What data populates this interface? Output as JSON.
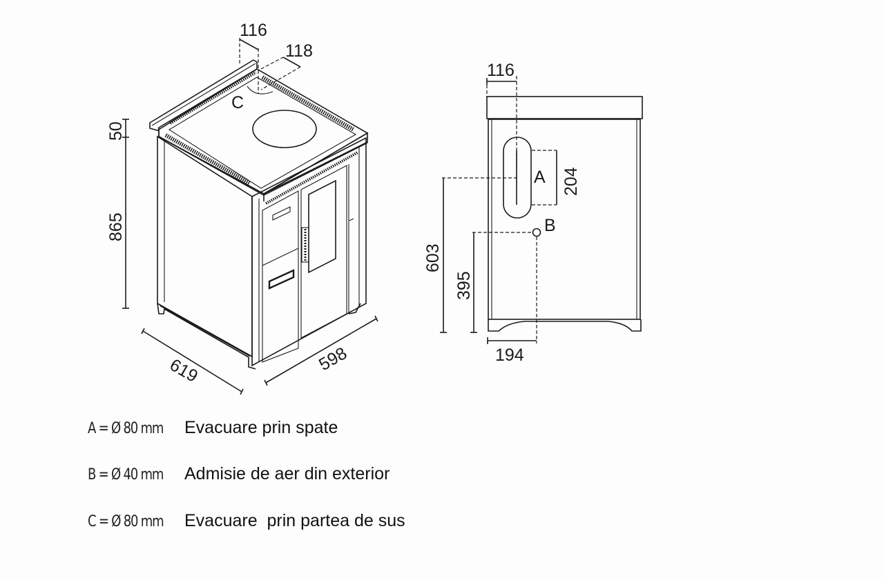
{
  "isometric_view": {
    "dimensions": {
      "top_offset_1": "116",
      "top_offset_2": "118",
      "top_height": "50",
      "body_height": "865",
      "depth": "619",
      "width": "598"
    },
    "labels": {
      "outlet_top": "C"
    }
  },
  "side_view": {
    "dimensions": {
      "offset_a": "116",
      "slot_height": "204",
      "height_a": "603",
      "height_b": "395",
      "offset_b": "194"
    },
    "labels": {
      "outlet_rear": "A",
      "air_inlet": "B"
    }
  },
  "legend": [
    {
      "code": "A = Ø 80 mm",
      "description": "Evacuare prin spate"
    },
    {
      "code": "B = Ø 40 mm",
      "description": "Admisie de aer din exterior"
    },
    {
      "code": "C = Ø 80 mm",
      "description": "Evacuare  prin partea de sus"
    }
  ]
}
